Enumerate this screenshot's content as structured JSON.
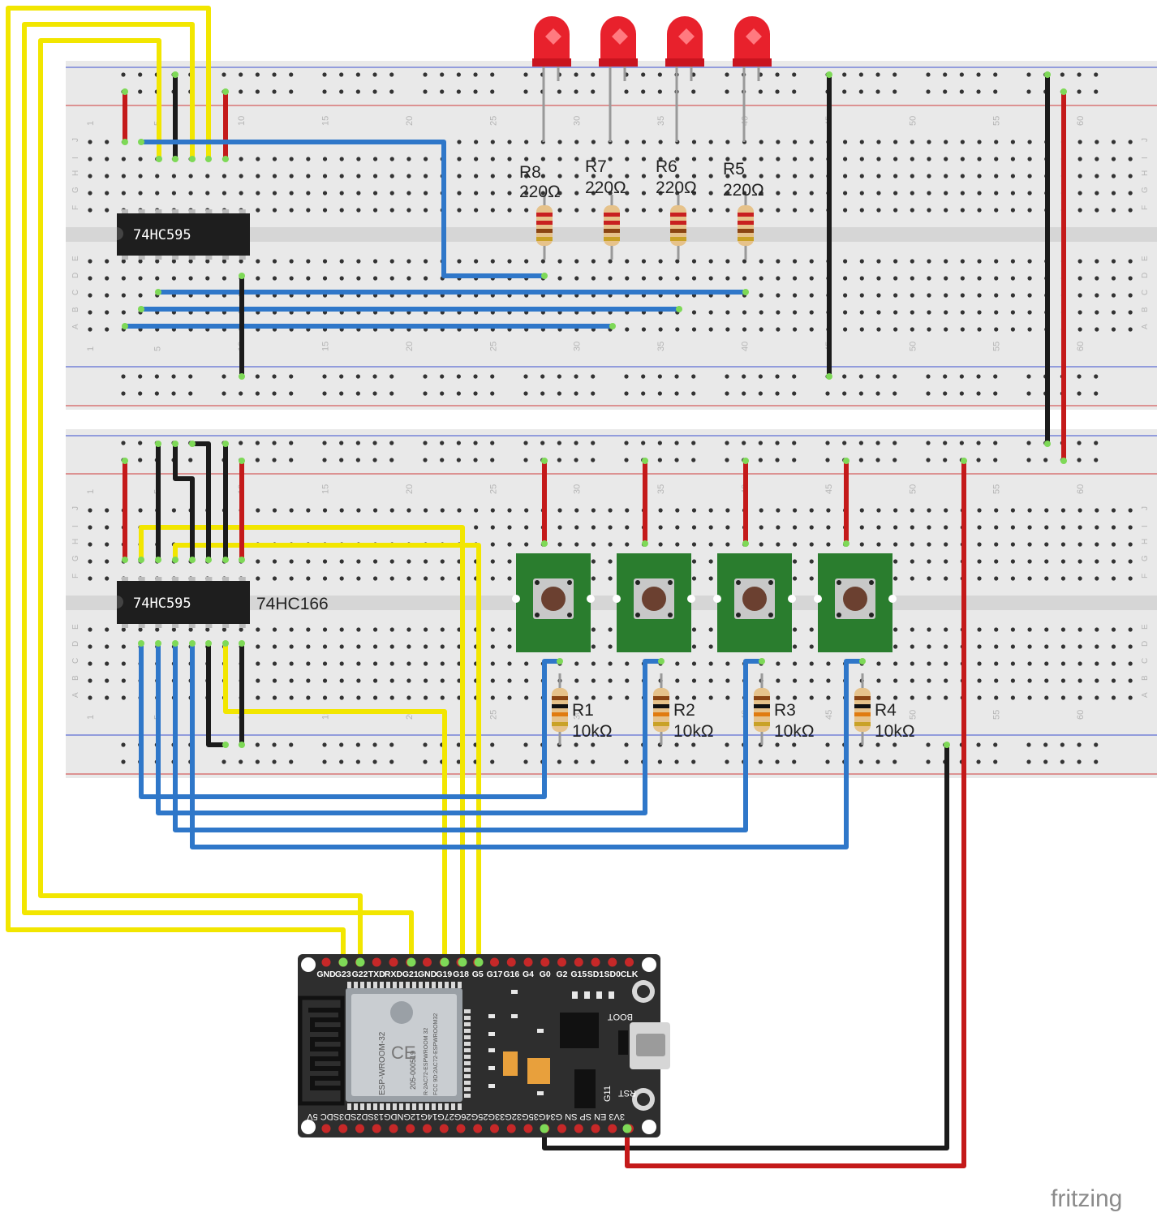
{
  "brand": "fritzing",
  "colors": {
    "yellow_wire": "#f2e600",
    "blue_wire": "#2f77c9",
    "red_wire": "#c41a1a",
    "black_wire": "#1b1b1b",
    "breadboard": "#e9e9e9",
    "led_red": "#e8212c",
    "pcb_green": "#2a7d2e",
    "esp_board": "#2e2e2e"
  },
  "breadboards": [
    {
      "id": "top",
      "column_numbers": [
        "1",
        "5",
        "10",
        "15",
        "20",
        "25",
        "30",
        "35",
        "40",
        "45",
        "50",
        "55",
        "60"
      ],
      "row_letters": [
        "J",
        "I",
        "H",
        "G",
        "F",
        "E",
        "D",
        "C",
        "B",
        "A"
      ]
    },
    {
      "id": "bottom",
      "column_numbers": [
        "1",
        "5",
        "10",
        "15",
        "20",
        "25",
        "30",
        "35",
        "40",
        "45",
        "50",
        "55",
        "60"
      ],
      "row_letters": [
        "J",
        "I",
        "H",
        "G",
        "F",
        "E",
        "D",
        "C",
        "B",
        "A"
      ]
    }
  ],
  "chips": [
    {
      "id": "top-chip",
      "label": "74HC595"
    },
    {
      "id": "bottom-chip",
      "label": "74HC595",
      "side_label": "74HC166"
    }
  ],
  "leds": [
    {
      "id": "led1",
      "color": "red"
    },
    {
      "id": "led2",
      "color": "red"
    },
    {
      "id": "led3",
      "color": "red"
    },
    {
      "id": "led4",
      "color": "red"
    }
  ],
  "top_resistors": [
    {
      "name": "R8",
      "value": "220Ω"
    },
    {
      "name": "R7",
      "value": "220Ω"
    },
    {
      "name": "R6",
      "value": "220Ω"
    },
    {
      "name": "R5",
      "value": "220Ω"
    }
  ],
  "bottom_resistors": [
    {
      "name": "R1",
      "value": "10kΩ"
    },
    {
      "name": "R2",
      "value": "10kΩ"
    },
    {
      "name": "R3",
      "value": "10kΩ"
    },
    {
      "name": "R4",
      "value": "10kΩ"
    }
  ],
  "buttons": [
    {
      "id": "btn1"
    },
    {
      "id": "btn2"
    },
    {
      "id": "btn3"
    },
    {
      "id": "btn4"
    }
  ],
  "esp32": {
    "top_pins": [
      "GND",
      "G23",
      "G22",
      "TXD",
      "RXD",
      "G21",
      "GND",
      "G19",
      "G18",
      "G5",
      "G17",
      "G16",
      "G4",
      "G0",
      "G2",
      "G15",
      "SD1",
      "SD0",
      "CLK"
    ],
    "bottom_pins_text": "3V3 EN SP SN G34G35G32G33G25G26G27G14G12GNDG13SD2SD3SDC 5V",
    "module_text": [
      "ESP-WROOM-32",
      "205-000519",
      "R-2AC72-ESPWROOM 32",
      "FCC 9D:2AC72-ESPWROOM32"
    ],
    "boot_label": "BOOT",
    "rst_label": "RST",
    "g11_label": "G11"
  }
}
